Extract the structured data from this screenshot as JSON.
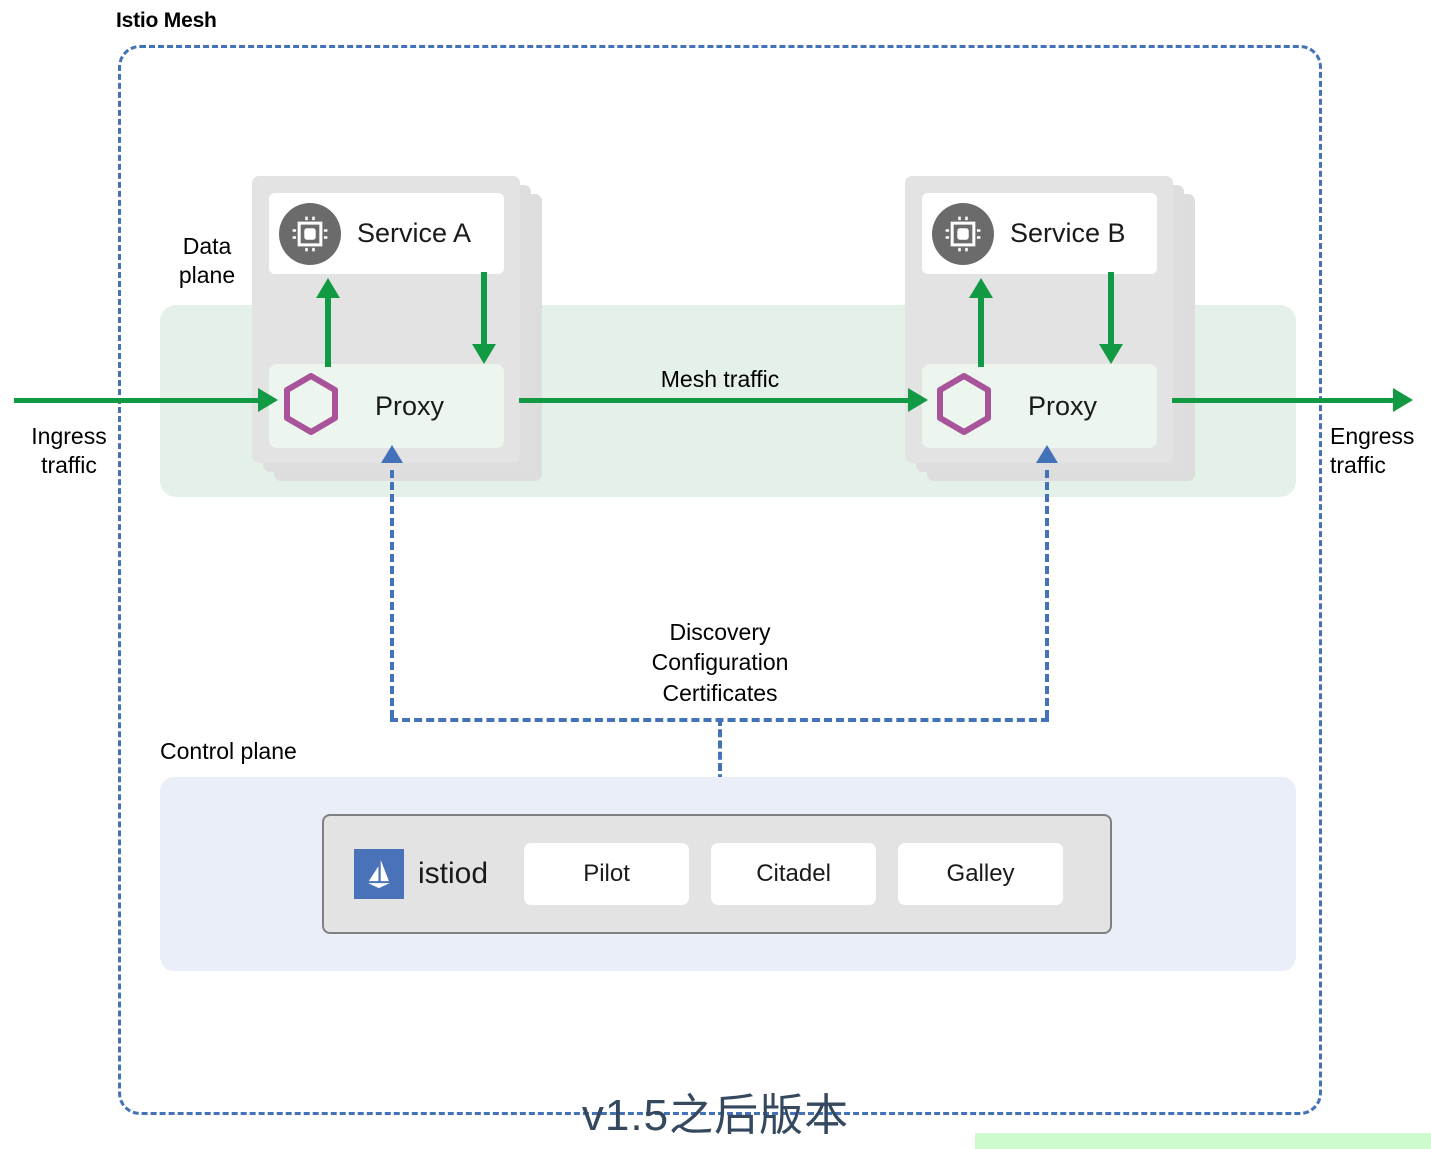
{
  "mesh": {
    "title": "Istio Mesh",
    "border_color": "#4472b8"
  },
  "data_plane": {
    "label": "Data\nplane",
    "label_line1": "Data",
    "label_line2": "plane",
    "band_color": "#e4f1e9"
  },
  "pods": [
    {
      "id": "pod-a",
      "service_name": "Service A",
      "service_icon": "cpu-chip-icon",
      "proxy_name": "Proxy",
      "proxy_icon": "hexagon-icon"
    },
    {
      "id": "pod-b",
      "service_name": "Service B",
      "service_icon": "cpu-chip-icon",
      "proxy_name": "Proxy",
      "proxy_icon": "hexagon-icon"
    }
  ],
  "traffic": {
    "ingress_line1": "Ingress",
    "ingress_line2": "traffic",
    "mesh_label": "Mesh traffic",
    "egress_line1": "Engress",
    "egress_line2": "traffic",
    "arrow_color": "#119944"
  },
  "control_link": {
    "line1": "Discovery",
    "line2": "Configuration",
    "line3": "Certificates",
    "color": "#4472b8"
  },
  "control_plane": {
    "label": "Control plane",
    "band_color": "#eaeef8",
    "istiod_label": "istiod",
    "istiod_icon": "istio-sail-logo",
    "components": [
      {
        "label": "Pilot"
      },
      {
        "label": "Citadel"
      },
      {
        "label": "Galley"
      }
    ]
  },
  "footer": {
    "version_note": "v1.5之后版本",
    "note_color": "#35495e",
    "highlight_color": "#cdfbcd"
  },
  "colors": {
    "green": "#119944",
    "blue": "#4472b8",
    "purple": "#a8539a",
    "pod_gray": "#e3e3e3",
    "chip_gray": "#6b6b6b",
    "istio_blue": "#4a72b8"
  }
}
